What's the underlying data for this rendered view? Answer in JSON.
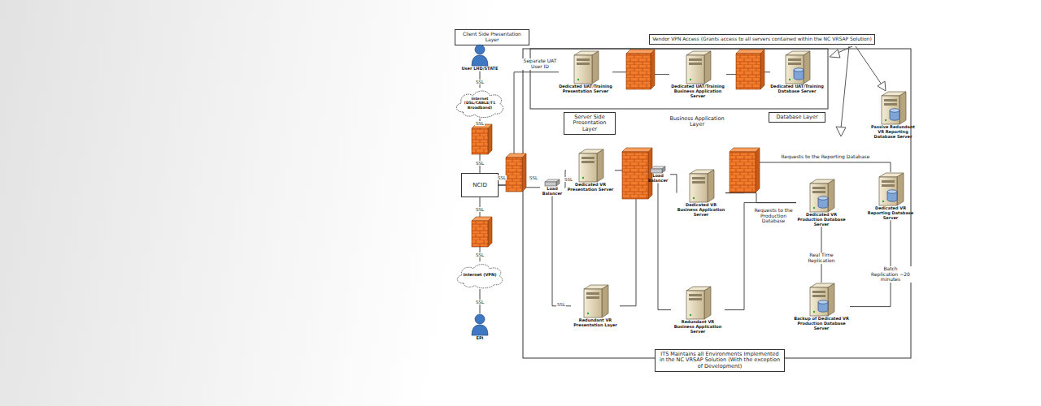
{
  "diagram": {
    "nodes": [
      {
        "text": [
          "Client Side Presentation Layer"
        ]
      },
      {
        "text": [
          "User LHD/STATE"
        ]
      },
      {
        "text": [
          "Internet (DSL/CABLE/T1 Broadband)"
        ]
      },
      {
        "text": [
          "NCID"
        ]
      },
      {
        "text": [
          "Internet (VPN)"
        ]
      },
      {
        "text": [
          "EPI"
        ]
      },
      {
        "text": [
          "Vendor VPN Access (Grants access to all servers contained within the NC VRSAP Solution)"
        ]
      },
      {
        "text": [
          "Dedicated UAT/Training Presentation Server"
        ]
      },
      {
        "text": [
          "Dedicated UAT/Training Business Application Server"
        ]
      },
      {
        "text": [
          "Dedicated UAT/Training Database Server"
        ]
      },
      {
        "text": [
          "Server Side Presentation Layer"
        ]
      },
      {
        "text": [
          "Business Application Layer"
        ]
      },
      {
        "text": [
          "Database Layer"
        ]
      },
      {
        "text": [
          "Dedicated VR Presentation Server"
        ]
      },
      {
        "text": [
          "Dedicated VR Business Application Server"
        ]
      },
      {
        "text": [
          "Dedicated VR Production Database Server"
        ]
      },
      {
        "text": [
          "Dedicated VR Reporting Database Server"
        ]
      },
      {
        "text": [
          "Passive Redundant VR Reporting Database Server"
        ]
      },
      {
        "text": [
          "Redundant VR Presentation Layer"
        ]
      },
      {
        "text": [
          "Redundant VR Business Application Server"
        ]
      },
      {
        "text": [
          "Backup of Dedicated VR Production Database Server"
        ]
      },
      {
        "text": [
          "ITS Maintains all Environments Implemented in the NC VRSAP Solution (With the exception of Development)"
        ]
      },
      {
        "text": [
          "Load Balancer"
        ]
      },
      {
        "text": [
          "Load Balancer"
        ]
      }
    ],
    "edges": [
      {
        "from": 1,
        "to": 2,
        "label": "SSL",
        "arrow": "none"
      },
      {
        "from": 2,
        "to": 3,
        "label": "SSL",
        "arrow": "none"
      },
      {
        "from": 3,
        "to": 4,
        "label": "SSL",
        "arrow": "none"
      },
      {
        "from": 4,
        "to": 5,
        "label": "SSL",
        "arrow": "none"
      },
      {
        "from": 3,
        "to": 22,
        "label": "SSL",
        "arrow": "none"
      },
      {
        "from": 22,
        "to": 13,
        "label": "SSL",
        "arrow": "none"
      },
      {
        "from": 22,
        "to": 18,
        "label": "SSL",
        "arrow": "none"
      },
      {
        "from": 3,
        "to": 7,
        "label": "Separate UAT User ID",
        "arrow": "none"
      },
      {
        "from": 7,
        "to": 8,
        "arrow": "none"
      },
      {
        "from": 8,
        "to": 9,
        "arrow": "none"
      },
      {
        "from": 13,
        "to": 23,
        "arrow": "none"
      },
      {
        "from": 18,
        "to": 23,
        "arrow": "none"
      },
      {
        "from": 23,
        "to": 14,
        "arrow": "none"
      },
      {
        "from": 23,
        "to": 19,
        "arrow": "none"
      },
      {
        "from": 14,
        "to": 15,
        "label": "Requests to the Production Database",
        "arrow": "none"
      },
      {
        "from": 14,
        "to": 16,
        "label": "Requests to the Reporting Database",
        "arrow": "none"
      },
      {
        "from": 15,
        "to": 20,
        "label": "Real Time Replication",
        "arrow": "none"
      },
      {
        "from": 20,
        "to": 16,
        "label": "Batch Replication ~20 minutes",
        "arrow": "none"
      },
      {
        "from": 19,
        "to": 15,
        "arrow": "none"
      }
    ],
    "labels": [
      "SSL",
      "SSL",
      "SSL"
    ]
  }
}
